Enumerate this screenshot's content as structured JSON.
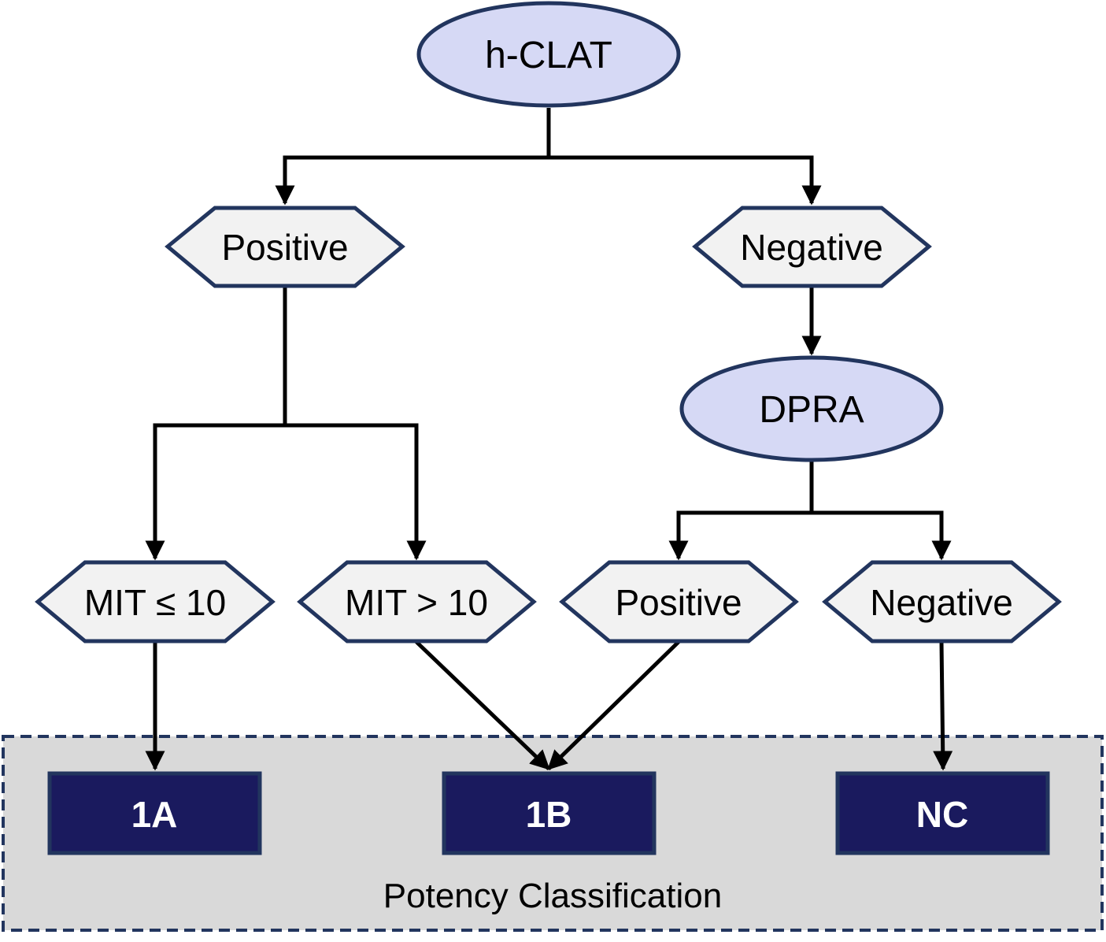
{
  "nodes": {
    "hclat": "h-CLAT",
    "positive_left": "Positive",
    "negative_right": "Negative",
    "dpra": "DPRA",
    "mit_le": "MIT ≤ 10",
    "mit_gt": "MIT > 10",
    "dpra_positive": "Positive",
    "dpra_negative": "Negative"
  },
  "classes": {
    "c1a": "1A",
    "c1b": "1B",
    "nc": "NC"
  },
  "group_label": "Potency Classification",
  "colors": {
    "oval_fill": "#d6d9f5",
    "hex_fill": "#f2f2f2",
    "outline": "#22355e",
    "class_fill": "#1a1a5e",
    "group_fill": "#d9d9d9",
    "connector": "#000000"
  }
}
